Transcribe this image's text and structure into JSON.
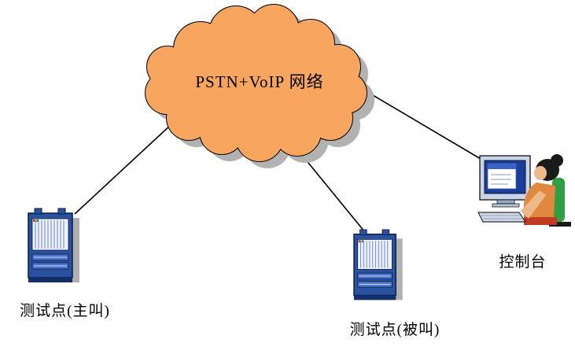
{
  "diagram": {
    "cloud": {
      "label": "PSTN+VoIP 网络"
    },
    "nodes": {
      "caller": {
        "label": "测试点(主叫)",
        "icon": "server-rack"
      },
      "callee": {
        "label": "测试点(被叫)",
        "icon": "server-rack"
      },
      "console": {
        "label": "控制台",
        "icon": "operator-workstation"
      }
    },
    "colors": {
      "cloud_fill": "#f8a55f",
      "cloud_shadow": "#b2b2b2",
      "line": "#000000",
      "rack_blue": "#2a52a0",
      "chair_green": "#2f9e44"
    }
  }
}
